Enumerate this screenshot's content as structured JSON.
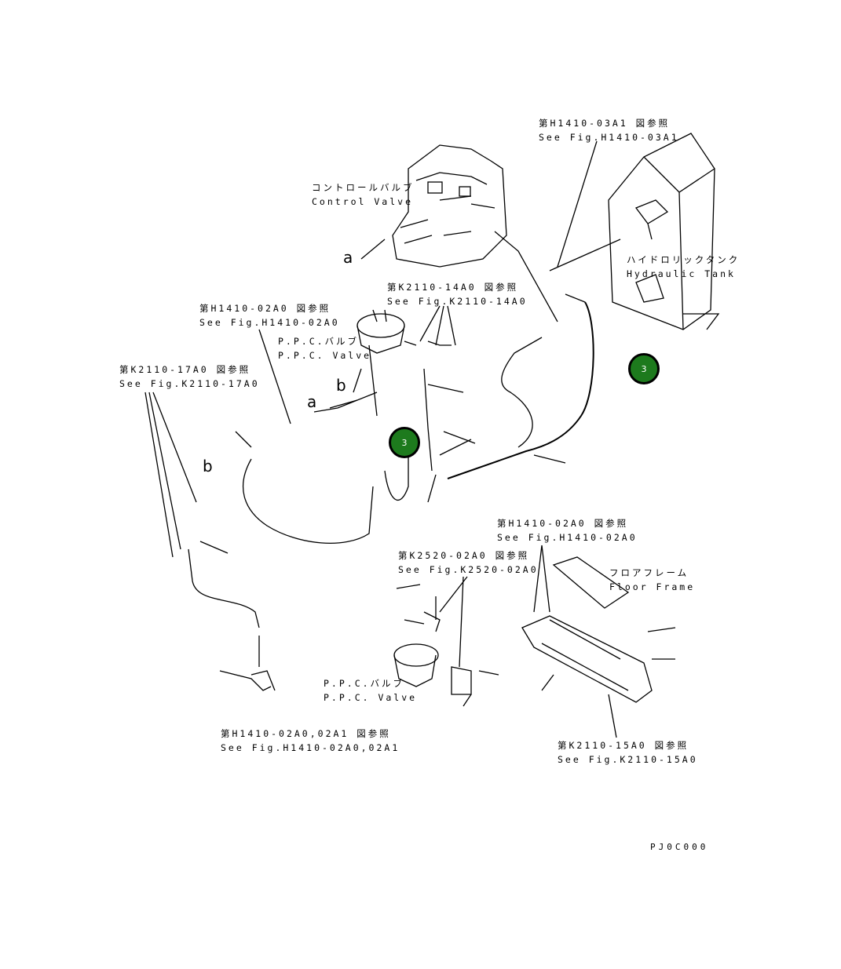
{
  "labels": {
    "ref_h1410_03a1": {
      "ja": "第H1410-03A1 図参照",
      "en": "See Fig.H1410-03A1"
    },
    "control_valve": {
      "ja": "コントロールバルブ",
      "en": "Control Valve"
    },
    "hydraulic_tank": {
      "ja": "ハイドロリックタンク",
      "en": "Hydraulic Tank"
    },
    "ref_k2110_14a0": {
      "ja": "第K2110-14A0 図参照",
      "en": "See Fig.K2110-14A0"
    },
    "ref_h1410_02a0_top": {
      "ja": "第H1410-02A0 図参照",
      "en": "See Fig.H1410-02A0"
    },
    "ppc_valve_top": {
      "ja": "P.P.C.バルブ",
      "en": "P.P.C. Valve"
    },
    "ref_k2110_17a0": {
      "ja": "第K2110-17A0 図参照",
      "en": "See Fig.K2110-17A0"
    },
    "ref_h1410_02a0_right": {
      "ja": "第H1410-02A0 図参照",
      "en": "See Fig.H1410-02A0"
    },
    "floor_frame": {
      "ja": "フロアフレーム",
      "en": "Floor Frame"
    },
    "ref_k2520_02a0": {
      "ja": "第K2520-02A0 図参照",
      "en": "See Fig.K2520-02A0"
    },
    "ppc_valve_bottom": {
      "ja": "P.P.C.バルブ",
      "en": "P.P.C. Valve"
    },
    "ref_h1410_02a0_02a1": {
      "ja": "第H1410-02A0,02A1 図参照",
      "en": "See Fig.H1410-02A0,02A1"
    },
    "ref_k2110_15a0": {
      "ja": "第K2110-15A0 図参照",
      "en": "See Fig.K2110-15A0"
    }
  },
  "letters": {
    "a1": "a",
    "a2": "a",
    "b1": "b",
    "b2": "b"
  },
  "callouts": [
    {
      "number": "3",
      "color": "#1d7a1d"
    },
    {
      "number": "3",
      "color": "#1d7a1d"
    }
  ],
  "drawing_code": "PJ0C000"
}
